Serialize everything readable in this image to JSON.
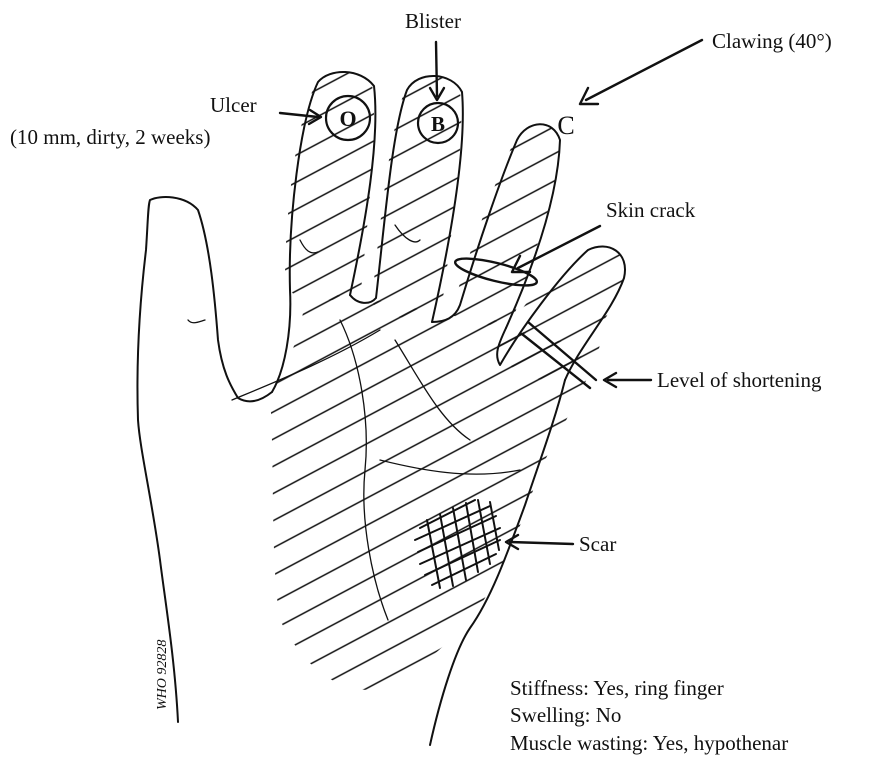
{
  "annotations": {
    "blister": "Blister",
    "clawing": "Clawing (40°)",
    "ulcer": "Ulcer",
    "ulcer_detail": "(10 mm, dirty, 2 weeks)",
    "skin_crack": "Skin crack",
    "level_of_shortening": "Level of shortening",
    "scar": "Scar"
  },
  "ulcer_marker": "O",
  "blister_marker": "B",
  "clawing_marker": "C",
  "findings": [
    "Stiffness: Yes, ring finger",
    "Swelling: No",
    "Muscle wasting: Yes, hypothenar"
  ],
  "figure_code": "WHO 92828"
}
